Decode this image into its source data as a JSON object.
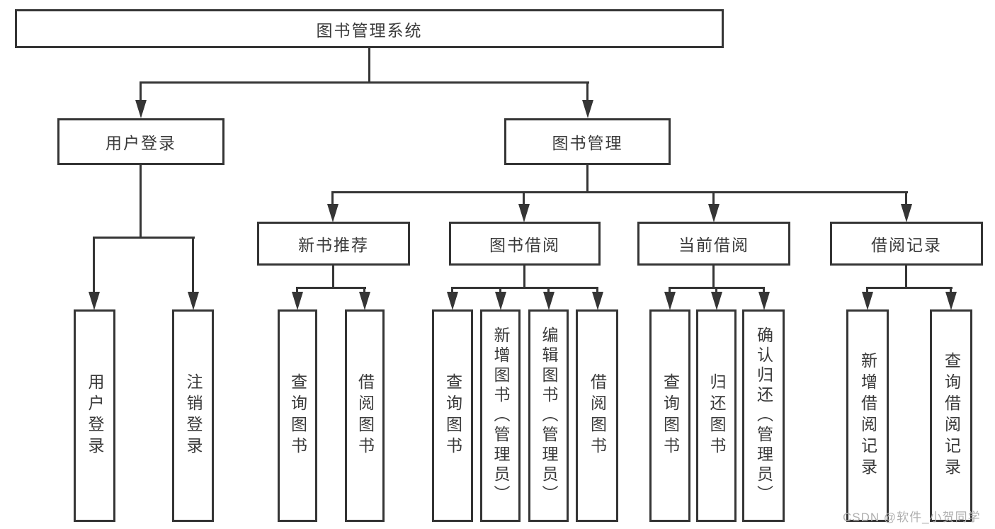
{
  "diagram_title": "图书管理系统",
  "tree": {
    "root": {
      "label": "图书管理系统",
      "children": [
        {
          "label": "用户登录",
          "children": [
            {
              "label": "用户登录"
            },
            {
              "label": "注销登录"
            }
          ]
        },
        {
          "label": "图书管理",
          "children": [
            {
              "label": "新书推荐",
              "children": [
                {
                  "label": "查询图书"
                },
                {
                  "label": "借阅图书"
                }
              ]
            },
            {
              "label": "图书借阅",
              "children": [
                {
                  "label": "查询图书"
                },
                {
                  "label": "新增图书（管理员）"
                },
                {
                  "label": "编辑图书（管理员）"
                },
                {
                  "label": "借阅图书"
                }
              ]
            },
            {
              "label": "当前借阅",
              "children": [
                {
                  "label": "查询图书"
                },
                {
                  "label": "归还图书"
                },
                {
                  "label": "确认归还（管理员）"
                }
              ]
            },
            {
              "label": "借阅记录",
              "children": [
                {
                  "label": "新增借阅记录"
                },
                {
                  "label": "查询借阅记录"
                }
              ]
            }
          ]
        }
      ]
    }
  },
  "watermark": "CSDN @软件_小贺同学",
  "colors": {
    "line": "#353535",
    "text": "#3a3a3a",
    "watermark": "#b0b0b0",
    "background": "#ffffff"
  }
}
